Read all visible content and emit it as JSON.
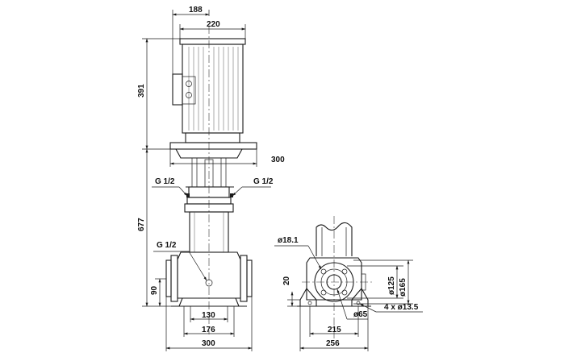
{
  "labels": {
    "top_188": "188",
    "top_220": "220",
    "height_391": "391",
    "width_300_upper": "300",
    "thread_left_upper": "G 1/2",
    "thread_right_upper": "G 1/2",
    "thread_left_lower": "G 1/2",
    "height_677": "677",
    "height_90": "90",
    "base_130": "130",
    "base_176": "176",
    "base_300": "300",
    "hole_18_1": "ø18.1",
    "height_20": "20",
    "dia_125": "ø125",
    "dia_165": "ø165",
    "holes_4x": "4 x ø13.5",
    "dia_65": "ø65",
    "width_215": "215",
    "width_256": "256"
  }
}
